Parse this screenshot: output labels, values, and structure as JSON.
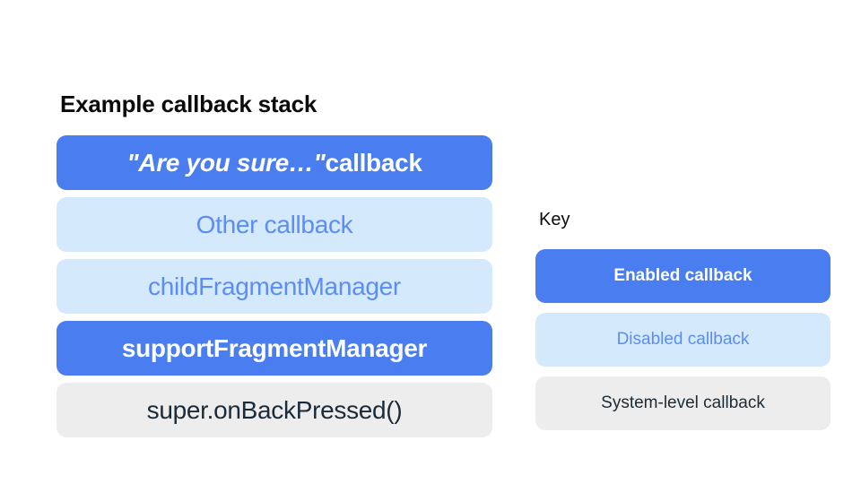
{
  "page": {
    "background": "#FFFFFF"
  },
  "colors": {
    "enabled_bg": "#4A7DF0",
    "enabled_text": "#FFFFFF",
    "disabled_bg": "#D5E9FC",
    "disabled_text": "#5B8DF6",
    "system_bg": "#EDEDED",
    "system_text": "#1B2B38",
    "heading_text": "#0B0B0C"
  },
  "stack": {
    "title": "Example callback stack",
    "items": [
      {
        "label": "\"Are you sure…\" callback",
        "quoted_part": "\"Are you sure…\"",
        "trailing_part": " callback",
        "state": "enabled"
      },
      {
        "label": "Other callback",
        "state": "disabled"
      },
      {
        "label": "childFragmentManager",
        "state": "disabled"
      },
      {
        "label": "supportFragmentManager",
        "state": "enabled"
      },
      {
        "label": "super.onBackPressed()",
        "state": "system"
      }
    ]
  },
  "key": {
    "title": "Key",
    "items": [
      {
        "label": "Enabled callback",
        "state": "enabled"
      },
      {
        "label": "Disabled callback",
        "state": "disabled"
      },
      {
        "label": "System-level callback",
        "state": "system"
      }
    ]
  }
}
